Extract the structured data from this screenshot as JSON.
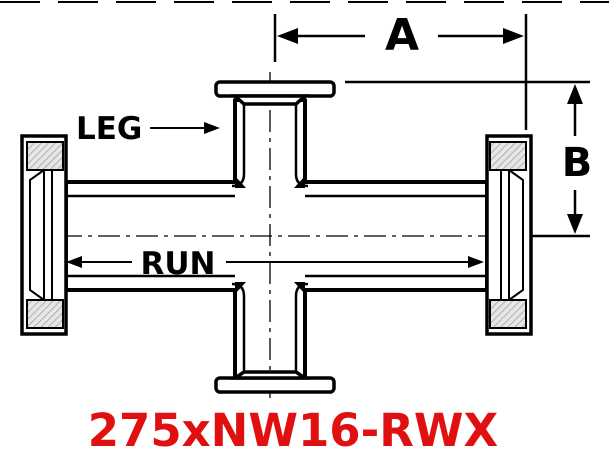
{
  "labels": {
    "dim_a": "A",
    "dim_b": "B",
    "leg": "LEG",
    "run": "RUN"
  },
  "part_number": "275xNW16-RWX",
  "colors": {
    "outline": "#000000",
    "flange_fill": "#e3e3e3",
    "part_number": "#e01010"
  }
}
